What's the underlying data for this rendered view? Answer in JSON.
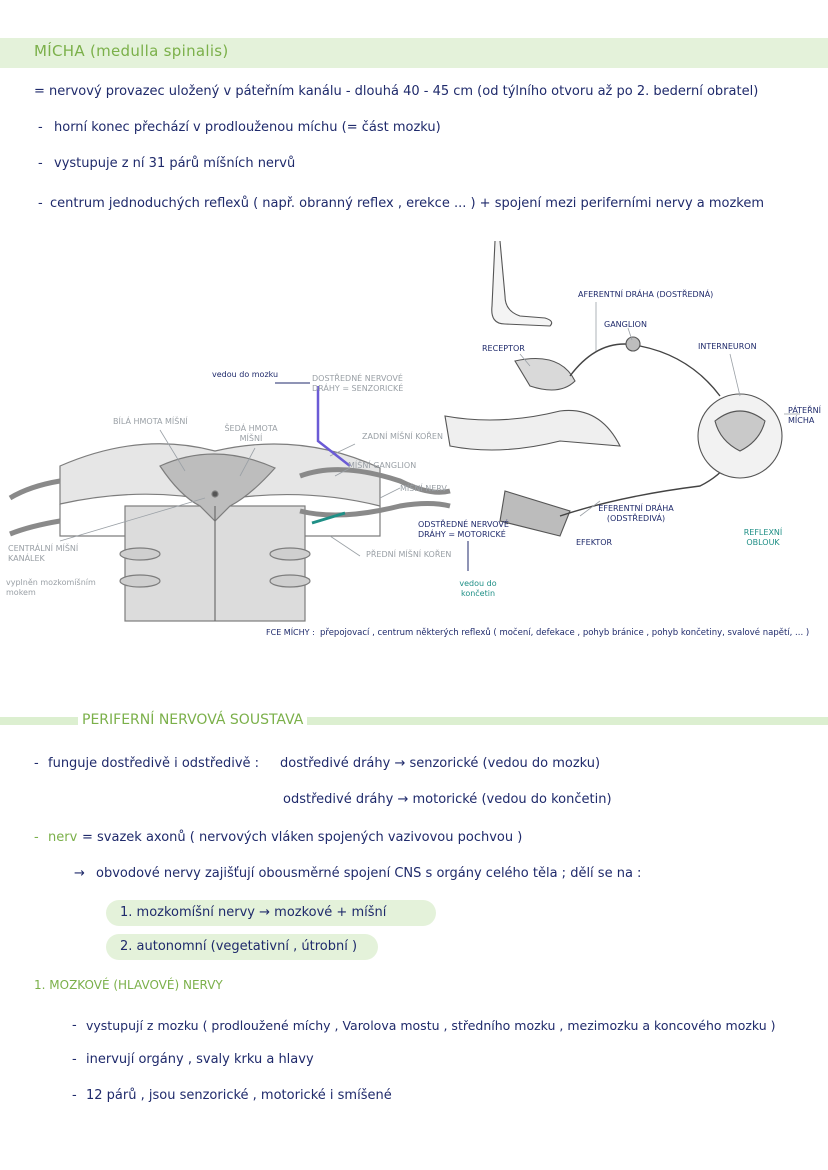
{
  "section1": {
    "title": "MÍCHA (medulla spinalis)",
    "lines": [
      "= nervový provazec uložený v páteřním kanálu  - dlouhá 40 - 45 cm  (od týlního otvoru až po 2. bederní obratel)",
      "horní konec přechází v prodlouženou míchu  (= část mozku)",
      "vystupuje z ní 31 párů míšních nervů",
      "centrum jednoduchých reflexů  ( např. obranný reflex , erekce ... )   +  spojení mezi periferními nervy a mozkem"
    ]
  },
  "figure": {
    "left_labels": {
      "vedou_do_mozku": "vedou do mozku",
      "dostredne": "DOSTŘEDNÉ NERVOVÉ DRÁHY = SENZORICKÉ",
      "bila_hmota": "BÍLÁ HMOTA MÍŠNÍ",
      "seda_hmota": "ŠEDÁ HMOTA MÍŠNÍ",
      "zadni_koren": "ZADNÍ MÍŠNÍ KOŘEN",
      "misni_ganglion": "MÍŠNÍ GANGLION",
      "misni_nerv": "MÍŠNÍ NERV",
      "odstredne": "ODSTŘEDNÉ NERVOVÉ DRÁHY = MOTORICKÉ",
      "predni_koren": "PŘEDNÍ MÍŠNÍ KOŘEN",
      "vedou_do_koncetin": "vedou do končetin",
      "centralni_kanalek": "CENTRÁLNÍ MÍŠNÍ KANÁLEK",
      "vyplnen": "vyplněn mozkomíšním mokem"
    },
    "right_labels": {
      "aferentni": "AFERENTNÍ DRÁHA (DOSTŘEDNÁ)",
      "ganglion": "GANGLION",
      "receptor": "RECEPTOR",
      "interneuron": "INTERNEURON",
      "paterni_micha": "PÁTEŘNÍ MÍCHA",
      "eferentni": "EFERENTNÍ DRÁHA (ODSTŘEDIVÁ)",
      "efektor": "EFEKTOR",
      "reflexni_oblouk": "REFLEXNÍ OBLOUK"
    },
    "fce_prefix": "FCE MÍCHY :",
    "fce_text": "přepojovací , centrum některých reflexů  ( močení, defekace , pohyb bránice , pohyb končetiny, svalové napětí, ... )"
  },
  "section2": {
    "title": "PERIFERNÍ NERVOVÁ SOUSTAVA",
    "line1_a": "funguje dostředivě i odstředivě :",
    "line1_b": "dostředivé dráhy  →  senzorické   (vedou do mozku)",
    "line2": "odstředivé dráhy  →  motorické   (vedou do končetin)",
    "nerv_label": "nerv",
    "nerv_text": "= svazek axonů  ( nervových vláken spojených vazivovou pochvou )",
    "obvodove": "obvodové nervy zajišťují obousměrné spojení CNS  s orgány celého těla ; dělí se na :",
    "pill1": "1.  mozkomíšní nervy   →  mozkové  +  míšní",
    "pill2": "2.  autonomní  (vegetativní ,  útrobní )"
  },
  "section3": {
    "title": "1. MOZKOVÉ (HLAVOVÉ) NERVY",
    "lines": [
      "vystupují z mozku  ( prodloužené míchy , Varolova mostu , středního mozku , mezimozku  a koncového mozku )",
      "inervují orgány , svaly krku a hlavy",
      "12 párů ,  jsou senzorické , motorické i smíšené"
    ]
  },
  "colors": {
    "ink": "#1f2a6b",
    "accent_green": "#7bb04a",
    "highlight": "#e4f2da",
    "teal": "#1f8f86",
    "purple": "#6b5bd6",
    "grey_label": "#9aa0a6"
  }
}
